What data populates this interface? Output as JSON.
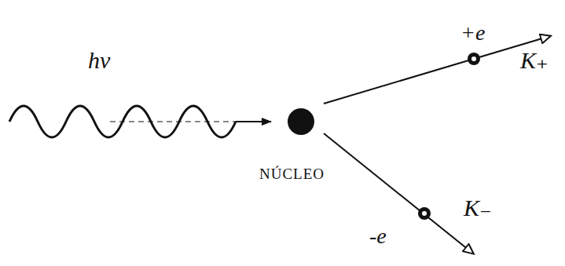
{
  "diagram": {
    "labels": [
      "hν",
      "NÚCLEO",
      "+e",
      "K₊",
      "-e",
      "K₋"
    ]
  }
}
